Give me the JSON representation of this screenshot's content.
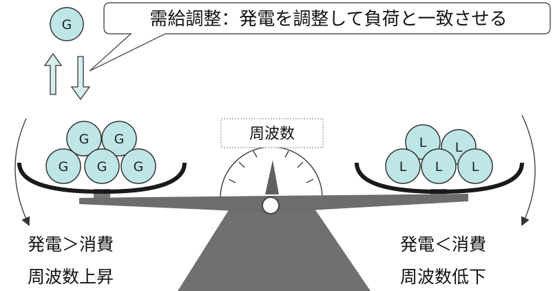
{
  "callout": {
    "text": "需給調整：発電を調整して負荷と一致させる"
  },
  "top_generator": {
    "label": "G"
  },
  "gauge": {
    "label": "周波数"
  },
  "left_pan": {
    "ball_label": "G"
  },
  "right_pan": {
    "ball_label": "L"
  },
  "left_caption": {
    "line1": "発電＞消費",
    "line2": "周波数上昇"
  },
  "right_caption": {
    "line1": "発電＜消費",
    "line2": "周波数低下"
  },
  "colors": {
    "ball_fill": "#bfe6e6",
    "arrow_fill": "#d7eeee",
    "beam": "#6d6d6d",
    "base": "#707070",
    "outline": "#333333"
  }
}
